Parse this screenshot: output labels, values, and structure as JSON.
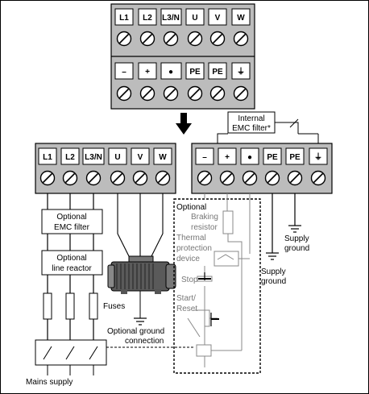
{
  "top_block": {
    "row1": [
      "L1",
      "L2",
      "L3/N",
      "U",
      "V",
      "W"
    ],
    "row2": [
      "–",
      "+",
      "●",
      "PE",
      "PE",
      "⏚"
    ]
  },
  "left_block": [
    "L1",
    "L2",
    "L3/N",
    "U",
    "V",
    "W"
  ],
  "right_block": [
    "–",
    "+",
    "●",
    "PE",
    "PE",
    "⏚"
  ],
  "labels": {
    "internal_emc_1": "Internal",
    "internal_emc_2": "EMC filter*",
    "opt_emc_1": "Optional",
    "opt_emc_2": "EMC filter",
    "opt_reactor_1": "Optional",
    "opt_reactor_2": "line reactor",
    "fuses": "Fuses",
    "optional": "Optional",
    "braking_1": "Braking",
    "braking_2": "resistor",
    "thermal_1": "Thermal",
    "thermal_2": "protection",
    "thermal_3": "device",
    "stop": "Stop",
    "start_1": "Start/",
    "start_2": "Reset",
    "ground_conn_1": "Optional ground",
    "ground_conn_2": "connection",
    "supply_ground_a_1": "Supply",
    "supply_ground_a_2": "ground",
    "supply_ground_b_1": "Supply",
    "supply_ground_b_2": "ground",
    "mains": "Mains supply"
  }
}
